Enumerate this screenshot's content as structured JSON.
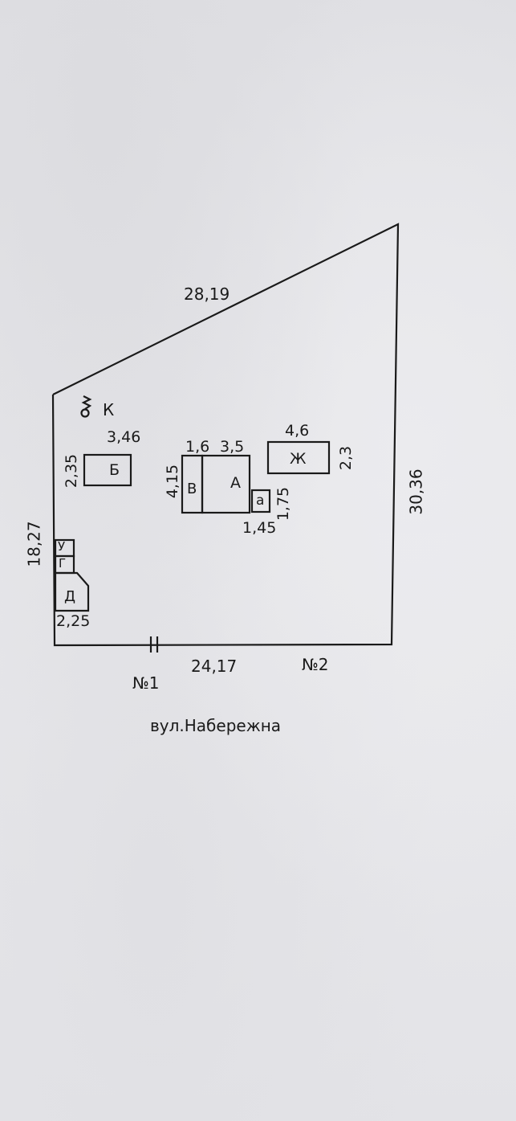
{
  "labels": {
    "top_edge": "28,19",
    "left_edge": "18,27",
    "right_edge": "30,36",
    "bottom_edge": "24,17",
    "well": "К",
    "b_width": "3,46",
    "b_height": "2,35",
    "b_name": "Б",
    "v_width": "1,6",
    "a_width": "3,5",
    "va_height": "4,15",
    "v_name": "В",
    "a_name": "А",
    "a_small_name": "а",
    "a_small_width": "1,45",
    "a_small_height": "1,75",
    "zh_width": "4,6",
    "zh_height": "2,3",
    "zh_name": "Ж",
    "u_name": "У",
    "g_name": "Г",
    "d_name": "Д",
    "d_width": "2,25",
    "neighbor_1": "№1",
    "neighbor_2": "№2",
    "street": "вул.Набережна"
  }
}
